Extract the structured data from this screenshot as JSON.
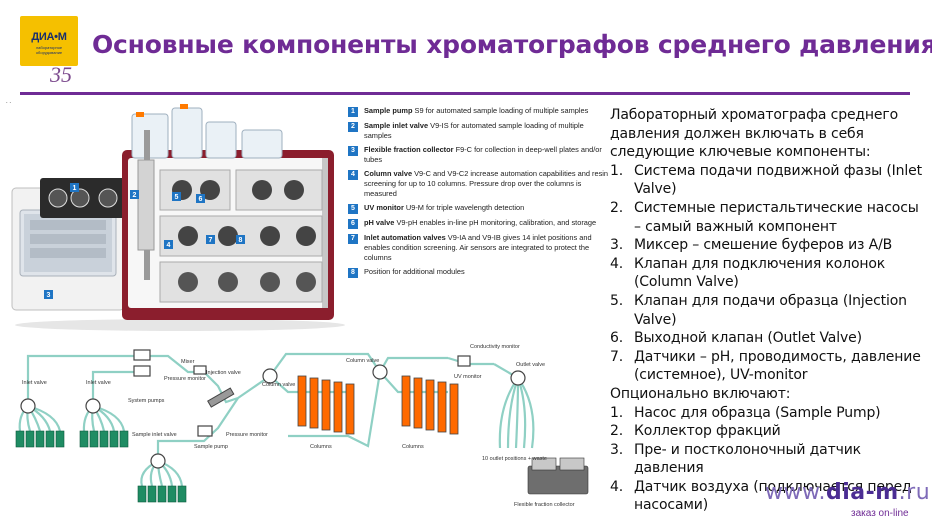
{
  "header": {
    "logo_text": "ДИА•М",
    "logo_sub": "лабораторное оборудование",
    "logo_number": "35",
    "title": "Основные компоненты хроматографов среднего давления",
    "corner_dots": ". ."
  },
  "colors": {
    "brand_purple": "#6f2b95",
    "logo_yellow": "#f5c000",
    "legend_blue": "#1f75c4",
    "instrument_red": "#8b1e2d"
  },
  "legend": [
    {
      "num": "1",
      "bold": "Sample pump",
      "text": " S9 for automated sample loading of multiple samples"
    },
    {
      "num": "2",
      "bold": "Sample inlet valve",
      "text": " V9-IS for automated sample loading of multiple samples"
    },
    {
      "num": "3",
      "bold": "Flexible fraction collector",
      "text": " F9-C for collection in deep-well plates and/or tubes"
    },
    {
      "num": "4",
      "bold": "Column valve",
      "text": " V9-C and V9-C2 increase automation capabilities and resin screening for up to 10 columns. Pressure drop over the columns is measured"
    },
    {
      "num": "5",
      "bold": "UV monitor",
      "text": " U9-M for triple wavelength detection"
    },
    {
      "num": "6",
      "bold": "pH valve",
      "text": " V9-pH enables in-line pH monitoring, calibration, and storage"
    },
    {
      "num": "7",
      "bold": "Inlet automation valves",
      "text": " V9-IA and V9-IB gives 14 inlet positions and enables condition screening. Air sensors are integrated to protect the columns"
    },
    {
      "num": "8",
      "bold": "",
      "text": "Position for additional modules"
    }
  ],
  "instrument_labels": [
    "1",
    "2",
    "3",
    "4",
    "5",
    "6",
    "7",
    "8"
  ],
  "ru_text": {
    "intro": "Лабораторный хроматографа среднего давления должен включать в себя следующие ключевые компоненты:",
    "items": [
      {
        "n": "1.",
        "text": "Система подачи подвижной фазы (Inlet Valve)"
      },
      {
        "n": "2.",
        "text": "Системные перистальтические насосы – самый важный компонент"
      },
      {
        "n": "3.",
        "text": "Миксер – смешение буферов из A/B"
      },
      {
        "n": "4.",
        "text": "Клапан для подключения колонок (Column Valve)"
      },
      {
        "n": "5.",
        "text": "Клапан для подачи образца (Injection Valve)"
      },
      {
        "n": "6.",
        "text": "Выходной клапан (Outlet Valve)"
      },
      {
        "n": "7.",
        "text": "Датчики – pH, проводимость, давление (системное), UV-monitor"
      }
    ],
    "optional": "Опционально включают:",
    "opt_items": [
      {
        "n": "1.",
        "text": "Насос для образца (Sample Pump)"
      },
      {
        "n": "2.",
        "text": "Коллектор фракций"
      },
      {
        "n": "3.",
        "text": "Пре- и постколоночный датчик давления"
      },
      {
        "n": "4.",
        "text": "Датчик воздуха (подключается перед насосами)"
      }
    ]
  },
  "schematic": {
    "inlet_valve_1": "Inlet valve",
    "inlet_valve_2": "Inlet valve",
    "system_pumps": "System pumps",
    "mixer": "Mixer",
    "pressure_monitor_1": "Pressure monitor",
    "injection_valve": "Injection valve",
    "column_valve_1": "Column valve",
    "column_valve_2": "Column valve",
    "columns_1": "Columns",
    "columns_2": "Columns",
    "sample_inlet_valve": "Sample inlet valve",
    "sample_pump": "Sample pump",
    "pressure_monitor_2": "Pressure monitor",
    "uv_monitor": "UV monitor",
    "conductivity_monitor": "Conductivity monitor",
    "outlet_valve": "Outlet valve",
    "outlet_positions": "10 outlet positions + waste",
    "fraction_collector": "Flexible fraction collector"
  },
  "footer": {
    "www_prefix": "www.",
    "www_bold": "dia-m",
    "www_suffix": ".ru",
    "order": "заказ on-line"
  }
}
